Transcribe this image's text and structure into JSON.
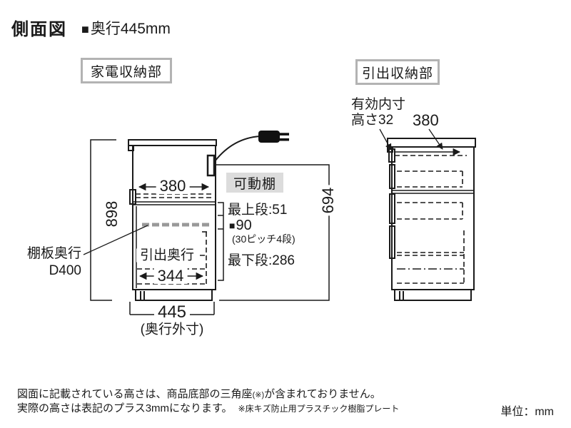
{
  "page": {
    "title": "側面図",
    "title_marker": "■",
    "title_depth": "奥行445mm"
  },
  "section_labels": {
    "appliance": "家電収納部",
    "drawer": "引出収納部"
  },
  "appliance_unit": {
    "height_total": "898",
    "inner_width": "380",
    "opening_height": "694",
    "movable_shelf": "可動棚",
    "top_step": "最上段:51",
    "pitch_marker": "■",
    "pitch_height": "90",
    "pitch_note": "(30ピッチ4段)",
    "bottom_step": "最下段:286",
    "shelf_depth_label": "棚板奥行",
    "shelf_depth_value": "D400",
    "drawer_depth_label": "引出奥行",
    "drawer_depth_value": "344",
    "outer_depth": "445",
    "outer_depth_caption": "(奥行外寸)"
  },
  "drawer_unit": {
    "inner_label": "有効内寸",
    "inner_height": "高さ32",
    "inner_width": "380"
  },
  "footer": {
    "note1": "図面に記載されている高さは、商品底部の三角座",
    "note1_ref": "(※)",
    "note1_end": "が含まれておりません。",
    "note2": "実際の高さは表記のプラス3mmになります。",
    "note2_ref": "※床キズ防止用プラスチック樹脂プレート",
    "unit": "単位：mm"
  },
  "colors": {
    "line": "#1a1a1a",
    "shelf_gray": "#999999",
    "label_border": "#b3b3b3",
    "tag_bg": "#dcdcdc"
  }
}
